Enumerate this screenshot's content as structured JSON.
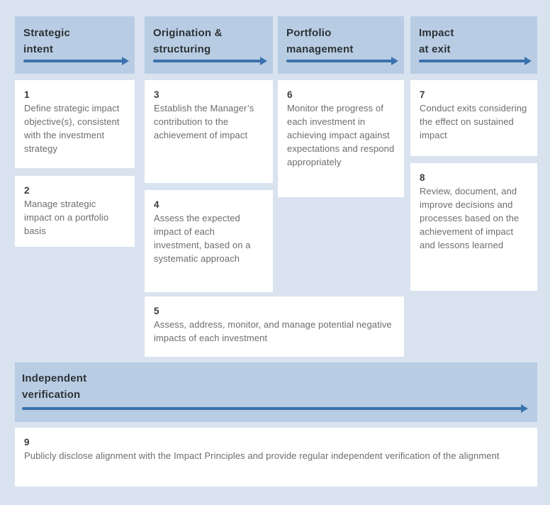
{
  "colors": {
    "page-bg": "#d9e3ef",
    "header-bg": "#b8cde4",
    "card-bg": "#ffffff",
    "arrow": "#3b72ad",
    "heading-text": "#2d3235",
    "number-text": "#3b3b3b",
    "body-text": "#6d6d6d"
  },
  "phases": [
    {
      "title_line1": "Strategic",
      "title_line2": "intent"
    },
    {
      "title_line1": "Origination &",
      "title_line2": "structuring"
    },
    {
      "title_line1": "Portfolio",
      "title_line2": "management"
    },
    {
      "title_line1": "Impact",
      "title_line2": "at exit"
    }
  ],
  "verification": {
    "title_line1": "Independent",
    "title_line2": "verification"
  },
  "steps": [
    {
      "number": "1",
      "text": "Define strategic impact objective(s), consistent with the investment strategy"
    },
    {
      "number": "2",
      "text": "Manage strategic impact on a portfolio basis"
    },
    {
      "number": "3",
      "text": "Establish the Manager’s contribution to the achievement of impact"
    },
    {
      "number": "4",
      "text": "Assess the expected impact of each investment, based on a systematic approach"
    },
    {
      "number": "5",
      "text": "Assess, address, monitor, and manage potential negative impacts of each investment"
    },
    {
      "number": "6",
      "text": "Monitor the progress of each investment in achieving impact against expectations and respond appropriately"
    },
    {
      "number": "7",
      "text": "Conduct exits considering the effect on sustained impact"
    },
    {
      "number": "8",
      "text": "Review, document, and improve decisions and processes based on the achievement of impact and lessons learned"
    },
    {
      "number": "9",
      "text": "Publicly disclose alignment with the Impact Principles and provide regular independent verification of the alignment"
    }
  ]
}
